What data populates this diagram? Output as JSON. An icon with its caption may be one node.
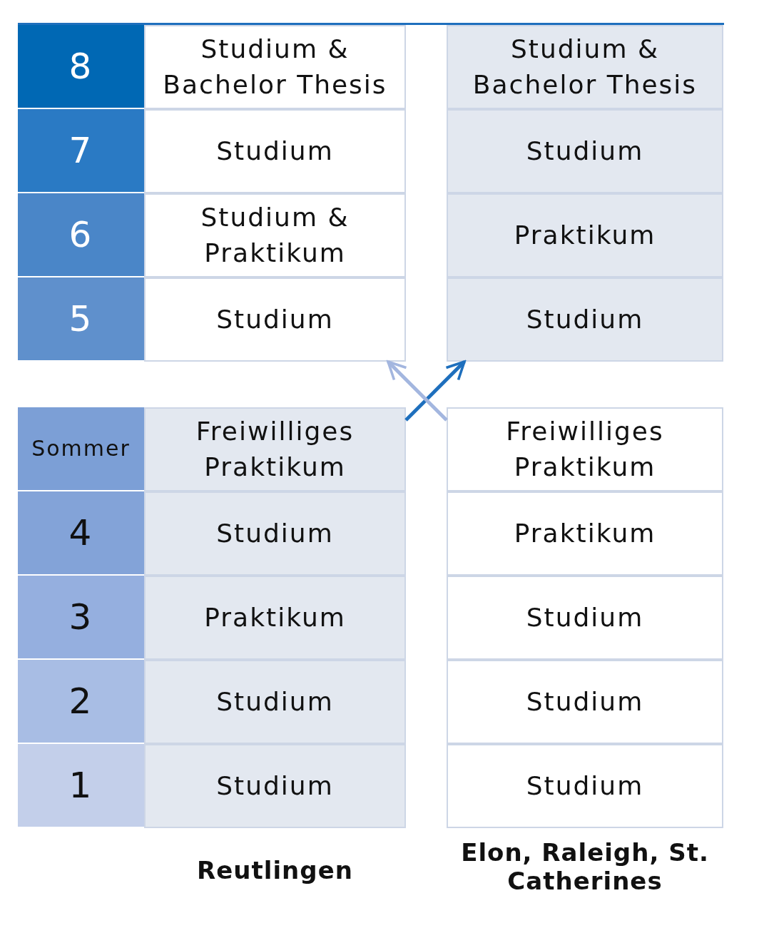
{
  "diagram": {
    "nodes": [
      {
        "text": [
          "8"
        ]
      },
      {
        "text": [
          "Studium & Bachelor Thesis"
        ]
      },
      {
        "text": [
          "Studium & Bachelor Thesis"
        ]
      },
      {
        "text": [
          "7"
        ]
      },
      {
        "text": [
          "Studium"
        ]
      },
      {
        "text": [
          "Studium"
        ]
      },
      {
        "text": [
          "6"
        ]
      },
      {
        "text": [
          "Studium & Praktikum"
        ]
      },
      {
        "text": [
          "Praktikum"
        ]
      },
      {
        "text": [
          "5"
        ]
      },
      {
        "text": [
          "Studium"
        ]
      },
      {
        "text": [
          "Studium"
        ]
      },
      {
        "text": [
          "Sommer"
        ]
      },
      {
        "text": [
          "Freiwilliges Praktikum"
        ]
      },
      {
        "text": [
          "Freiwilliges Praktikum"
        ]
      },
      {
        "text": [
          "4"
        ]
      },
      {
        "text": [
          "Studium"
        ]
      },
      {
        "text": [
          "Praktikum"
        ]
      },
      {
        "text": [
          "3"
        ]
      },
      {
        "text": [
          "Praktikum"
        ]
      },
      {
        "text": [
          "Studium"
        ]
      },
      {
        "text": [
          "2"
        ]
      },
      {
        "text": [
          "Studium"
        ]
      },
      {
        "text": [
          "Studium"
        ]
      },
      {
        "text": [
          "1"
        ]
      },
      {
        "text": [
          "Studium"
        ]
      },
      {
        "text": [
          "Studium"
        ]
      }
    ],
    "edges": [
      {
        "from": 13,
        "to": 11,
        "arrow": "to",
        "color": "#1e6fbd"
      },
      {
        "from": 14,
        "to": 10,
        "arrow": "to",
        "color": "#a3b6df"
      }
    ],
    "labels": [
      "Reutlingen",
      "Elon, Raleigh, St. Catherines"
    ]
  }
}
